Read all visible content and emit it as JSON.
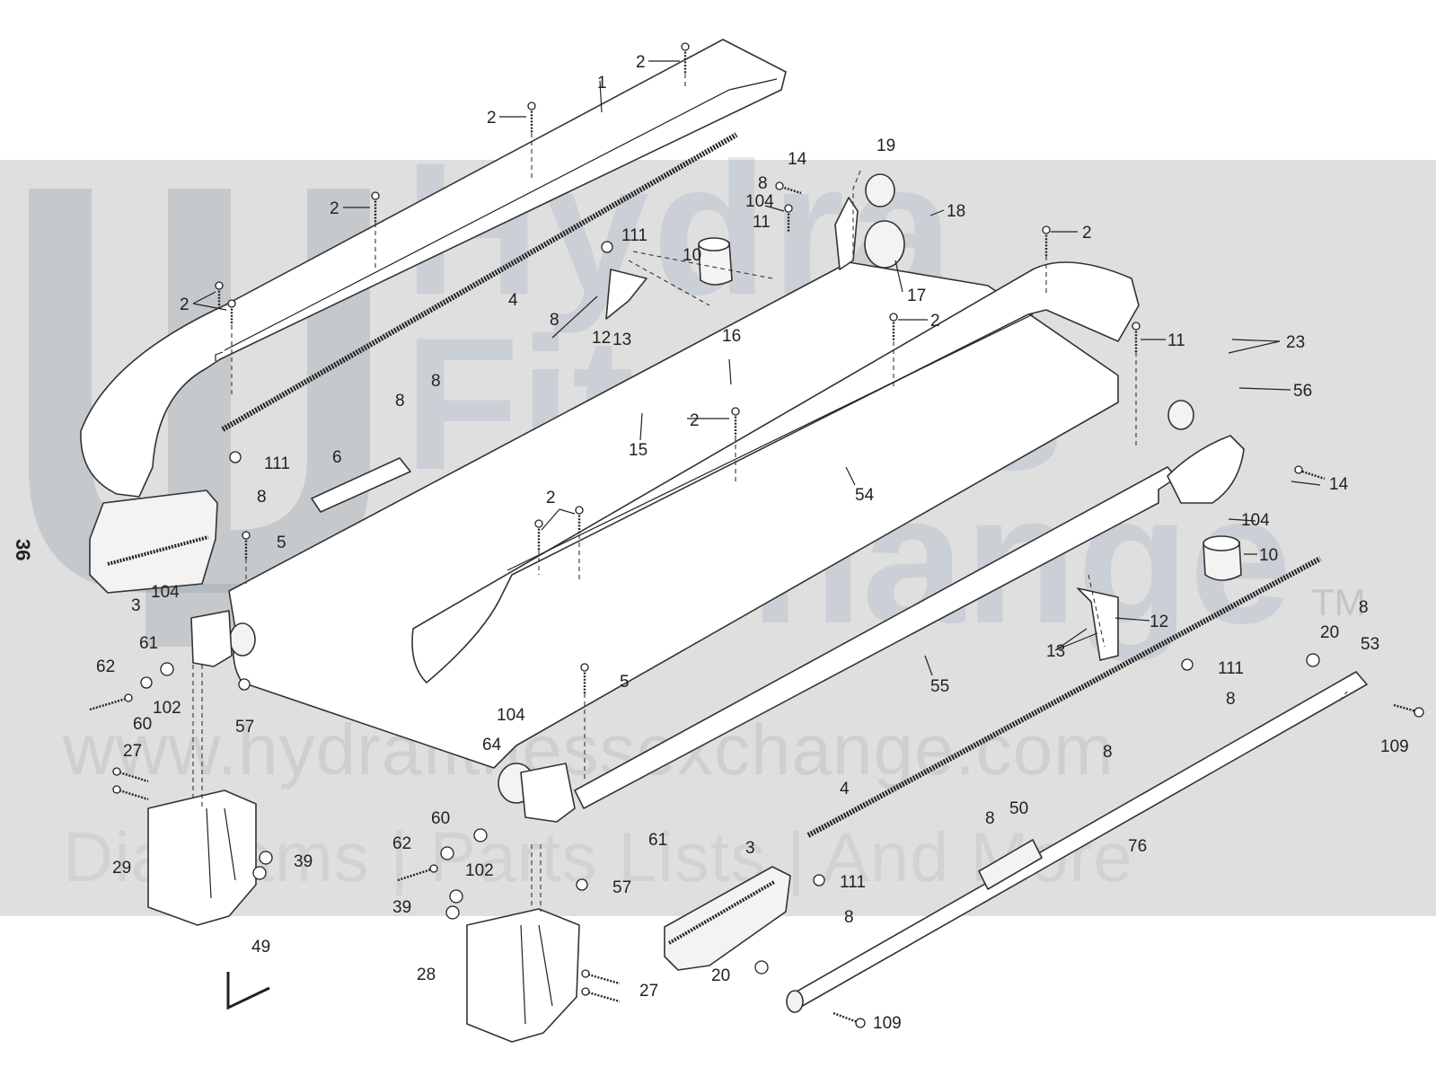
{
  "page_number": "36",
  "watermark": {
    "line1": "Hydra",
    "line2": "Fitness",
    "line3": "Exchange",
    "tm": "TM",
    "url": "www.hydrafitnessexchange.com",
    "tagline": "Diagrams | Parts Lists | And More"
  },
  "callouts": [
    {
      "id": "c-1",
      "text": "1"
    },
    {
      "id": "c-2a",
      "text": "2"
    },
    {
      "id": "c-2b",
      "text": "2"
    },
    {
      "id": "c-2c",
      "text": "2"
    },
    {
      "id": "c-2d",
      "text": "2"
    },
    {
      "id": "c-2e",
      "text": "2"
    },
    {
      "id": "c-2f",
      "text": "2"
    },
    {
      "id": "c-2g",
      "text": "2"
    },
    {
      "id": "c-2h",
      "text": "2"
    },
    {
      "id": "c-3a",
      "text": "3"
    },
    {
      "id": "c-3b",
      "text": "3"
    },
    {
      "id": "c-4a",
      "text": "4"
    },
    {
      "id": "c-4b",
      "text": "4"
    },
    {
      "id": "c-5a",
      "text": "5"
    },
    {
      "id": "c-5b",
      "text": "5"
    },
    {
      "id": "c-6",
      "text": "6"
    },
    {
      "id": "c-8a",
      "text": "8"
    },
    {
      "id": "c-8b",
      "text": "8"
    },
    {
      "id": "c-8c",
      "text": "8"
    },
    {
      "id": "c-8d",
      "text": "8"
    },
    {
      "id": "c-8e",
      "text": "8"
    },
    {
      "id": "c-8f",
      "text": "8"
    },
    {
      "id": "c-8g",
      "text": "8"
    },
    {
      "id": "c-8h",
      "text": "8"
    },
    {
      "id": "c-8i",
      "text": "8"
    },
    {
      "id": "c-8j",
      "text": "8"
    },
    {
      "id": "c-10a",
      "text": "10"
    },
    {
      "id": "c-10b",
      "text": "10"
    },
    {
      "id": "c-11a",
      "text": "11"
    },
    {
      "id": "c-11b",
      "text": "11"
    },
    {
      "id": "c-12a",
      "text": "12"
    },
    {
      "id": "c-12b",
      "text": "12"
    },
    {
      "id": "c-13a",
      "text": "13"
    },
    {
      "id": "c-13b",
      "text": "13"
    },
    {
      "id": "c-14a",
      "text": "14"
    },
    {
      "id": "c-14b",
      "text": "14"
    },
    {
      "id": "c-15",
      "text": "15"
    },
    {
      "id": "c-16",
      "text": "16"
    },
    {
      "id": "c-17",
      "text": "17"
    },
    {
      "id": "c-18",
      "text": "18"
    },
    {
      "id": "c-19",
      "text": "19"
    },
    {
      "id": "c-20a",
      "text": "20"
    },
    {
      "id": "c-20b",
      "text": "20"
    },
    {
      "id": "c-23",
      "text": "23"
    },
    {
      "id": "c-27a",
      "text": "27"
    },
    {
      "id": "c-27b",
      "text": "27"
    },
    {
      "id": "c-28",
      "text": "28"
    },
    {
      "id": "c-29",
      "text": "29"
    },
    {
      "id": "c-39a",
      "text": "39"
    },
    {
      "id": "c-39b",
      "text": "39"
    },
    {
      "id": "c-49",
      "text": "49"
    },
    {
      "id": "c-50",
      "text": "50"
    },
    {
      "id": "c-53",
      "text": "53"
    },
    {
      "id": "c-54",
      "text": "54"
    },
    {
      "id": "c-55",
      "text": "55"
    },
    {
      "id": "c-56",
      "text": "56"
    },
    {
      "id": "c-57a",
      "text": "57"
    },
    {
      "id": "c-57b",
      "text": "57"
    },
    {
      "id": "c-60a",
      "text": "60"
    },
    {
      "id": "c-60b",
      "text": "60"
    },
    {
      "id": "c-61a",
      "text": "61"
    },
    {
      "id": "c-61b",
      "text": "61"
    },
    {
      "id": "c-62a",
      "text": "62"
    },
    {
      "id": "c-62b",
      "text": "62"
    },
    {
      "id": "c-64",
      "text": "64"
    },
    {
      "id": "c-76",
      "text": "76"
    },
    {
      "id": "c-102a",
      "text": "102"
    },
    {
      "id": "c-102b",
      "text": "102"
    },
    {
      "id": "c-104a",
      "text": "104"
    },
    {
      "id": "c-104b",
      "text": "104"
    },
    {
      "id": "c-104c",
      "text": "104"
    },
    {
      "id": "c-104d",
      "text": "104"
    },
    {
      "id": "c-109a",
      "text": "109"
    },
    {
      "id": "c-109b",
      "text": "109"
    },
    {
      "id": "c-111a",
      "text": "111"
    },
    {
      "id": "c-111b",
      "text": "111"
    },
    {
      "id": "c-111c",
      "text": "111"
    },
    {
      "id": "c-111d",
      "text": "111"
    }
  ]
}
